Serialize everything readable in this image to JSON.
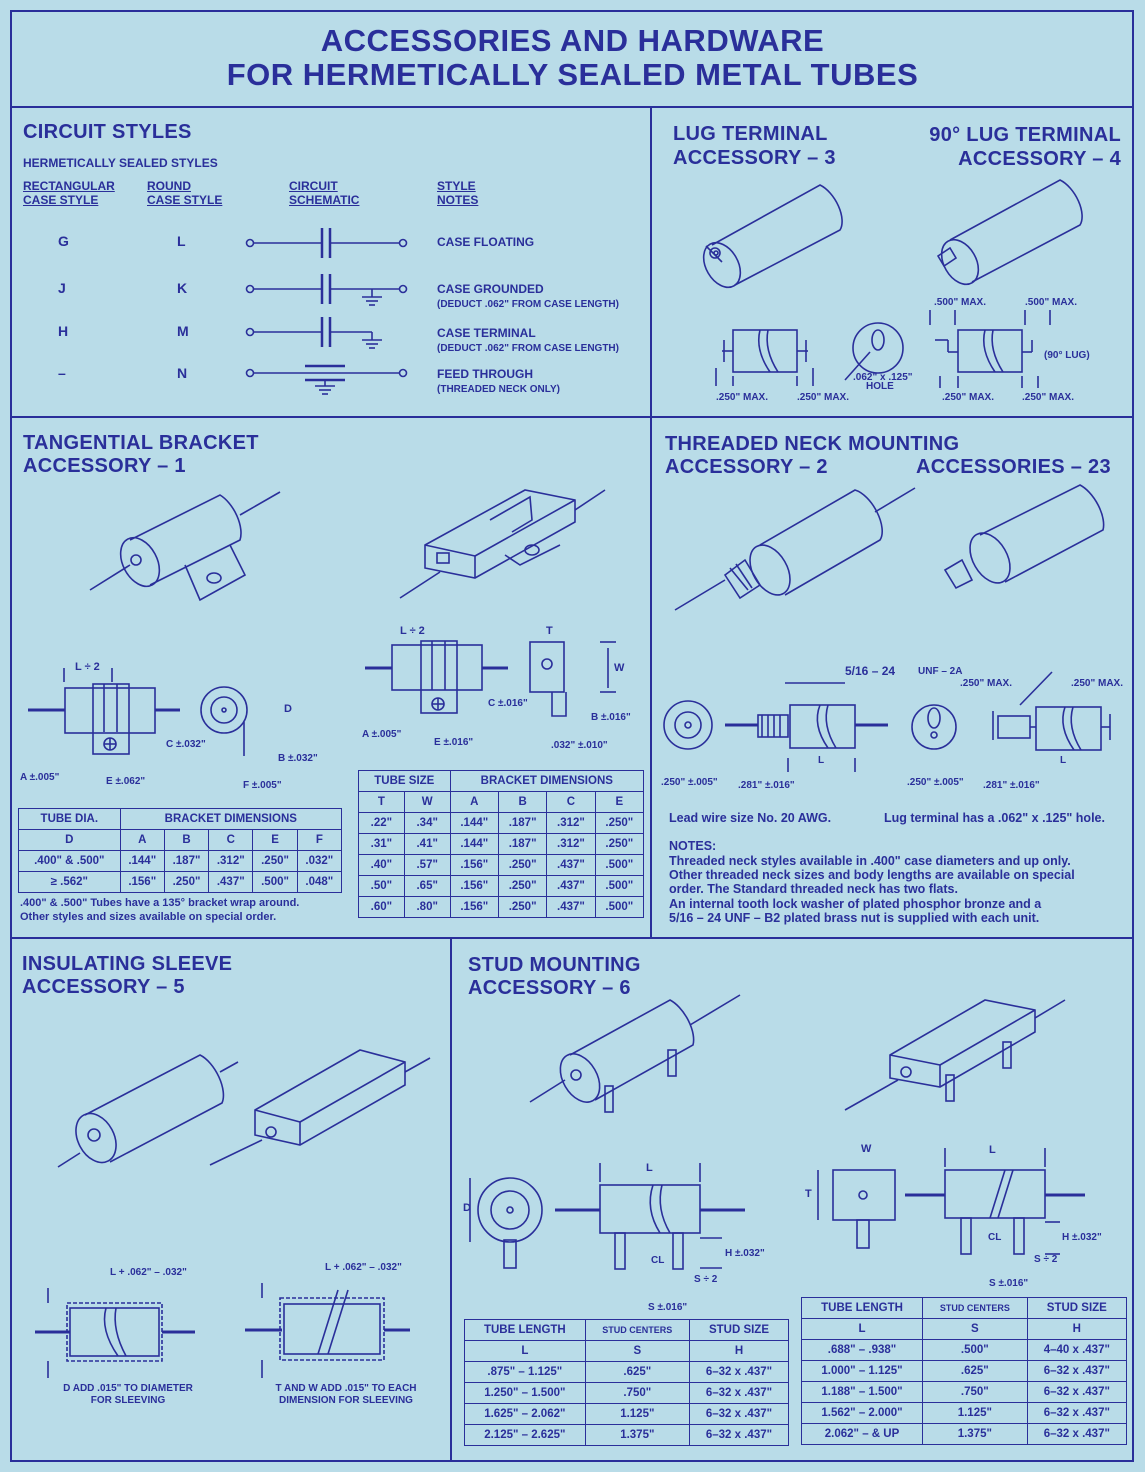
{
  "title": {
    "line1": "ACCESSORIES AND HARDWARE",
    "line2": "FOR HERMETICALLY SEALED METAL TUBES"
  },
  "circuit": {
    "heading": "CIRCUIT STYLES",
    "subheading": "HERMETICALLY SEALED STYLES",
    "col_rect": [
      "RECTANGULAR",
      "CASE STYLE"
    ],
    "col_round": [
      "ROUND",
      "CASE STYLE"
    ],
    "col_schematic": [
      "CIRCUIT",
      "SCHEMATIC"
    ],
    "col_notes": [
      "STYLE",
      "NOTES"
    ],
    "rows": [
      {
        "rect": "G",
        "round": "L",
        "note": "CASE FLOATING",
        "sub": ""
      },
      {
        "rect": "J",
        "round": "K",
        "note": "CASE GROUNDED",
        "sub": "(DEDUCT .062\" FROM CASE LENGTH)"
      },
      {
        "rect": "H",
        "round": "M",
        "note": "CASE TERMINAL",
        "sub": "(DEDUCT .062\" FROM CASE LENGTH)"
      },
      {
        "rect": "–",
        "round": "N",
        "note": "FEED THROUGH",
        "sub": "(THREADED NECK ONLY)"
      }
    ]
  },
  "lug": {
    "heading3": [
      "LUG TERMINAL",
      "ACCESSORY – 3"
    ],
    "heading4": [
      "90° LUG TERMINAL",
      "ACCESSORY – 4"
    ],
    "dim_500a": ".500\" MAX.",
    "dim_500b": ".500\" MAX.",
    "lug90": "(90° LUG)",
    "hole": ".062\" x .125\"",
    "hole_label": "HOLE",
    "dim_250": [
      ".250\" MAX.",
      ".250\" MAX.",
      ".250\" MAX.",
      ".250\" MAX."
    ]
  },
  "bracket": {
    "heading": [
      "TANGENTIAL BRACKET",
      "ACCESSORY – 1"
    ],
    "dims_left": {
      "l2": "L ÷ 2",
      "c": "C ±.032\"",
      "a": "A ±.005\"",
      "e": "E ±.062\"",
      "d": "D",
      "b": "B ±.032\"",
      "f": "F ±.005\""
    },
    "dims_right": {
      "l2": "L ÷ 2",
      "t": "T",
      "w": "W",
      "c": "C ±.016\"",
      "a": "A ±.005\"",
      "e": "E ±.016\"",
      "b": "B ±.016\"",
      "b2": ".032\" ±.010\""
    },
    "table1": {
      "h1": "TUBE DIA.",
      "h2": "BRACKET DIMENSIONS",
      "cols": [
        "D",
        "A",
        "B",
        "C",
        "E",
        "F"
      ],
      "rows": [
        [
          ".400\" & .500\"",
          ".144\"",
          ".187\"",
          ".312\"",
          ".250\"",
          ".032\""
        ],
        [
          "≥ .562\"",
          ".156\"",
          ".250\"",
          ".437\"",
          ".500\"",
          ".048\""
        ]
      ]
    },
    "note1": ".400\" & .500\" Tubes have a 135° bracket wrap around.",
    "note2": "Other styles and sizes available on special order.",
    "table2": {
      "h1": "TUBE SIZE",
      "h2": "BRACKET DIMENSIONS",
      "cols": [
        "T",
        "W",
        "A",
        "B",
        "C",
        "E"
      ],
      "rows": [
        [
          ".22\"",
          ".34\"",
          ".144\"",
          ".187\"",
          ".312\"",
          ".250\""
        ],
        [
          ".31\"",
          ".41\"",
          ".144\"",
          ".187\"",
          ".312\"",
          ".250\""
        ],
        [
          ".40\"",
          ".57\"",
          ".156\"",
          ".250\"",
          ".437\"",
          ".500\""
        ],
        [
          ".50\"",
          ".65\"",
          ".156\"",
          ".250\"",
          ".437\"",
          ".500\""
        ],
        [
          ".60\"",
          ".80\"",
          ".156\"",
          ".250\"",
          ".437\"",
          ".500\""
        ]
      ]
    }
  },
  "threaded": {
    "heading": [
      "THREADED NECK MOUNTING",
      "ACCESSORY – 2"
    ],
    "heading23": "ACCESSORIES – 23",
    "unf": "5/16 – 24",
    "unf2": "UNF – 2A",
    "dim250a": ".250\" MAX.",
    "dim250b": ".250\" MAX.",
    "d1": ".250\" ±.005\"",
    "d2": ".281\" ±.016\"",
    "d3": ".250\" ±.005\"",
    "d4": ".281\" ±.016\"",
    "l": "L",
    "l2": "L",
    "lead": "Lead wire size No. 20 AWG.",
    "lugnote": "Lug terminal has a .062\" x .125\" hole.",
    "notes_h": "NOTES:",
    "notes": [
      "Threaded neck styles available in .400\" case diameters and up only.",
      "Other threaded neck sizes and body lengths are available on special",
      "order. The Standard threaded neck has two flats.",
      "An internal tooth lock washer of plated phosphor bronze and a",
      "5/16 – 24 UNF – B2 plated brass nut is supplied with each unit."
    ]
  },
  "sleeve": {
    "heading": [
      "INSULATING SLEEVE",
      "ACCESSORY – 5"
    ],
    "l1": "L + .062\" – .032\"",
    "l2": "L + .062\" – .032\"",
    "d_note": [
      "D ADD .015\" TO DIAMETER",
      "FOR SLEEVING"
    ],
    "tw_note": [
      "T AND W ADD .015\" TO EACH",
      "DIMENSION FOR SLEEVING"
    ]
  },
  "stud": {
    "heading": [
      "STUD MOUNTING",
      "ACCESSORY – 6"
    ],
    "dims": {
      "l": "L",
      "d": "D",
      "h": "H ±.032\"",
      "cl": "CL",
      "s2": "S ÷ 2",
      "s": "S ±.016\"",
      "w": "W",
      "t": "T",
      "l2": "L",
      "h2": "H ±.032\"",
      "cl2": "CL",
      "s22": "S ÷ 2",
      "s2b": "S ±.016\""
    },
    "table1": {
      "cols1": [
        "TUBE LENGTH",
        "STUD CENTERS",
        "STUD SIZE"
      ],
      "cols2": [
        "L",
        "S",
        "H"
      ],
      "rows": [
        [
          ".875\"  –  1.125\"",
          ".625\"",
          "6–32 x .437\""
        ],
        [
          "1.250\"  –  1.500\"",
          ".750\"",
          "6–32 x .437\""
        ],
        [
          "1.625\"  –  2.062\"",
          "1.125\"",
          "6–32 x .437\""
        ],
        [
          "2.125\"  –  2.625\"",
          "1.375\"",
          "6–32 x .437\""
        ]
      ]
    },
    "table2": {
      "cols1": [
        "TUBE LENGTH",
        "STUD CENTERS",
        "STUD SIZE"
      ],
      "cols2": [
        "L",
        "S",
        "H"
      ],
      "rows": [
        [
          ".688\"  –  .938\"",
          ".500\"",
          "4–40 x .437\""
        ],
        [
          "1.000\"  –  1.125\"",
          ".625\"",
          "6–32 x .437\""
        ],
        [
          "1.188\"  –  1.500\"",
          ".750\"",
          "6–32 x .437\""
        ],
        [
          "1.562\"  –  2.000\"",
          "1.125\"",
          "6–32 x .437\""
        ],
        [
          "2.062\"  –  & UP",
          "1.375\"",
          "6–32 x .437\""
        ]
      ]
    }
  }
}
